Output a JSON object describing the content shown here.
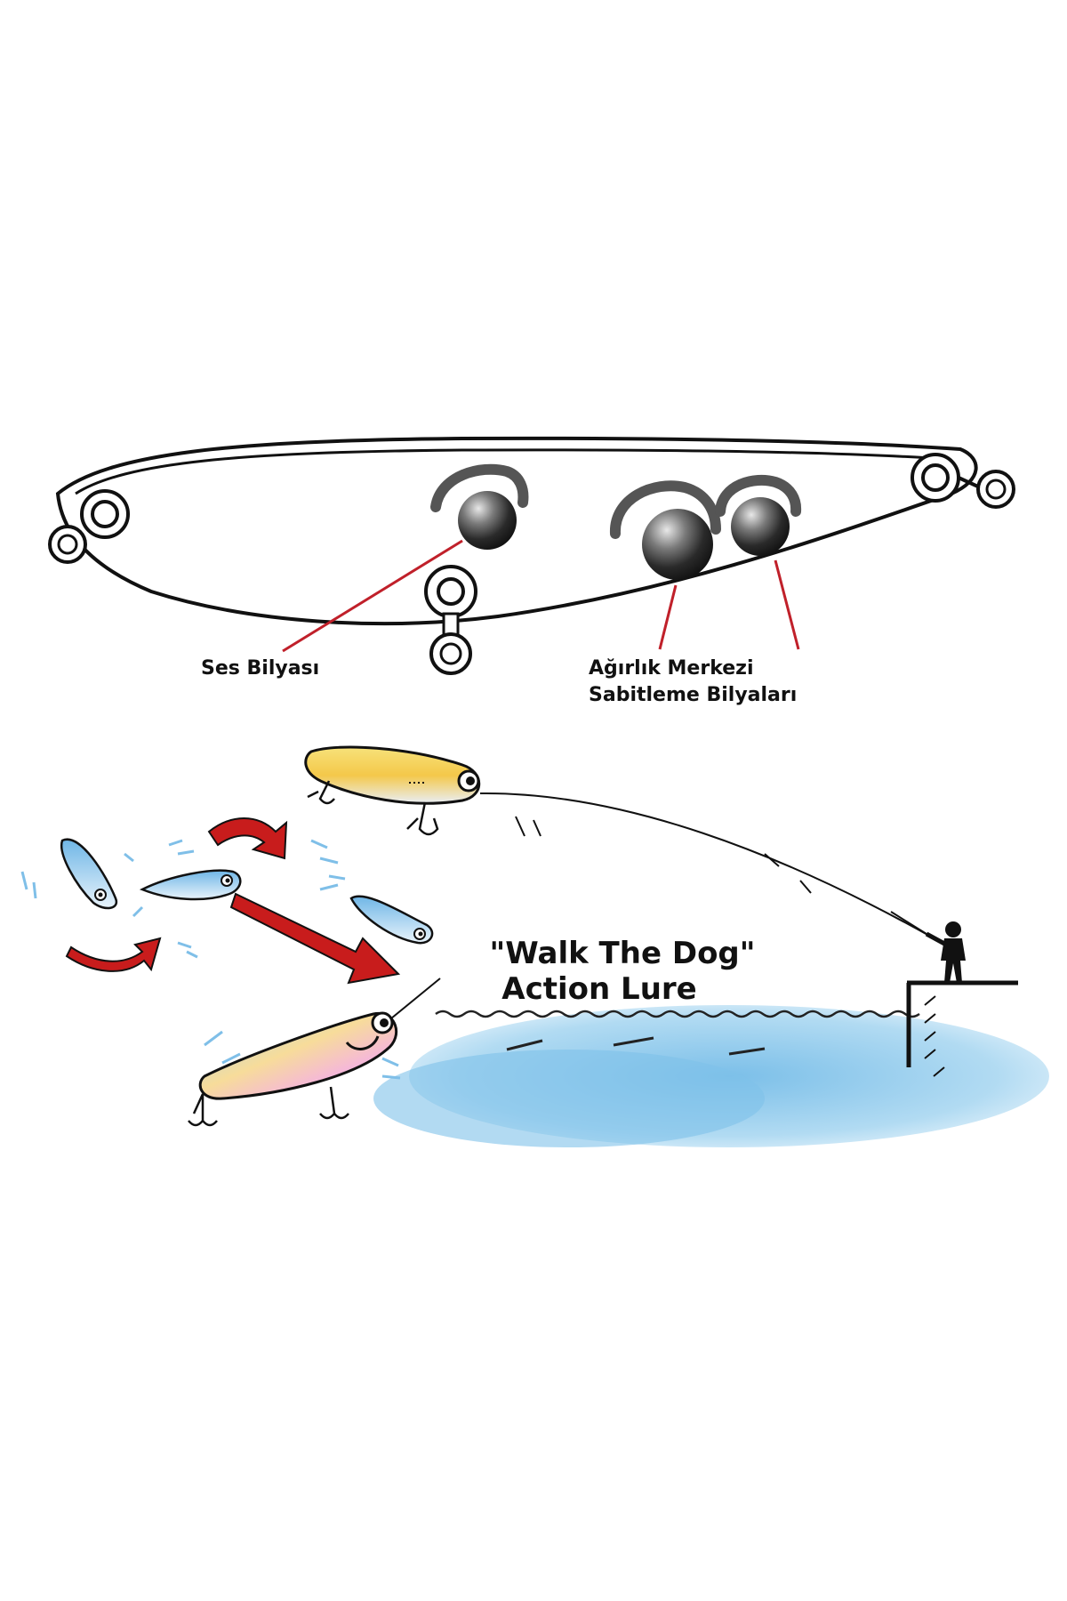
{
  "diagram": {
    "labels": {
      "sound_ball": "Ses Bilyası",
      "weight_line1": "Ağırlık Merkezi",
      "weight_line2": "Sabitleme Bilyaları"
    },
    "title_line1": "\"Walk The Dog\"",
    "title_line2": "Action Lure"
  },
  "colors": {
    "outline": "#111111",
    "leader_line": "#c0202a",
    "arrow_fill": "#c81c1c",
    "water": "#8cc8ea",
    "lure_yellow": "#f2d24a",
    "lure_blue": "#7fbfe8"
  }
}
